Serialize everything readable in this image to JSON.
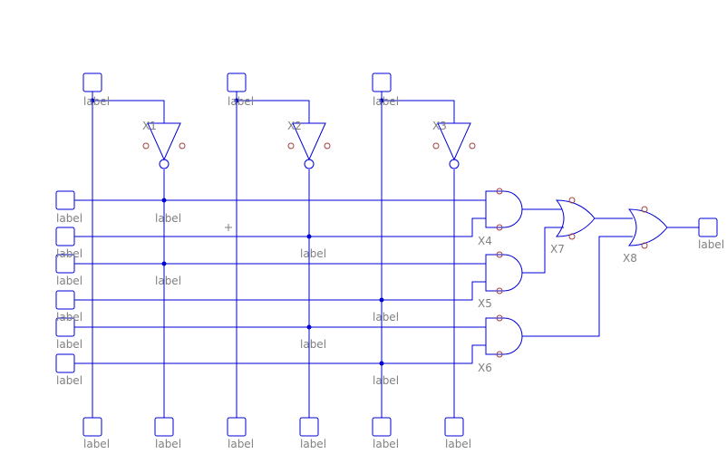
{
  "colors": {
    "wire": "#0000d8",
    "label": "#808080",
    "pin": "#a04040",
    "background": "#ffffff"
  },
  "gates": {
    "x1": "X1",
    "x2": "X2",
    "x3": "X3",
    "x4": "X4",
    "x5": "X5",
    "x6": "X6",
    "x7": "X7",
    "x8": "X8"
  },
  "ports": {
    "top_1": "label",
    "top_2": "label",
    "top_3": "label",
    "net_inv_1": "label",
    "net_inv_1b": "label",
    "net_top_2": "label",
    "net_inv_2": "label",
    "net_top_3": "label",
    "net_top_3b": "label",
    "net_inv_2b": "label",
    "net_top_3c": "label",
    "in_1": "label",
    "in_2": "label",
    "in_3": "label",
    "in_4": "label",
    "in_5": "label",
    "in_6": "label",
    "output": "label",
    "bottom_1": "label",
    "bottom_2": "label",
    "bottom_3": "label",
    "bottom_4": "label",
    "bottom_5": "label",
    "bottom_6": "label"
  }
}
